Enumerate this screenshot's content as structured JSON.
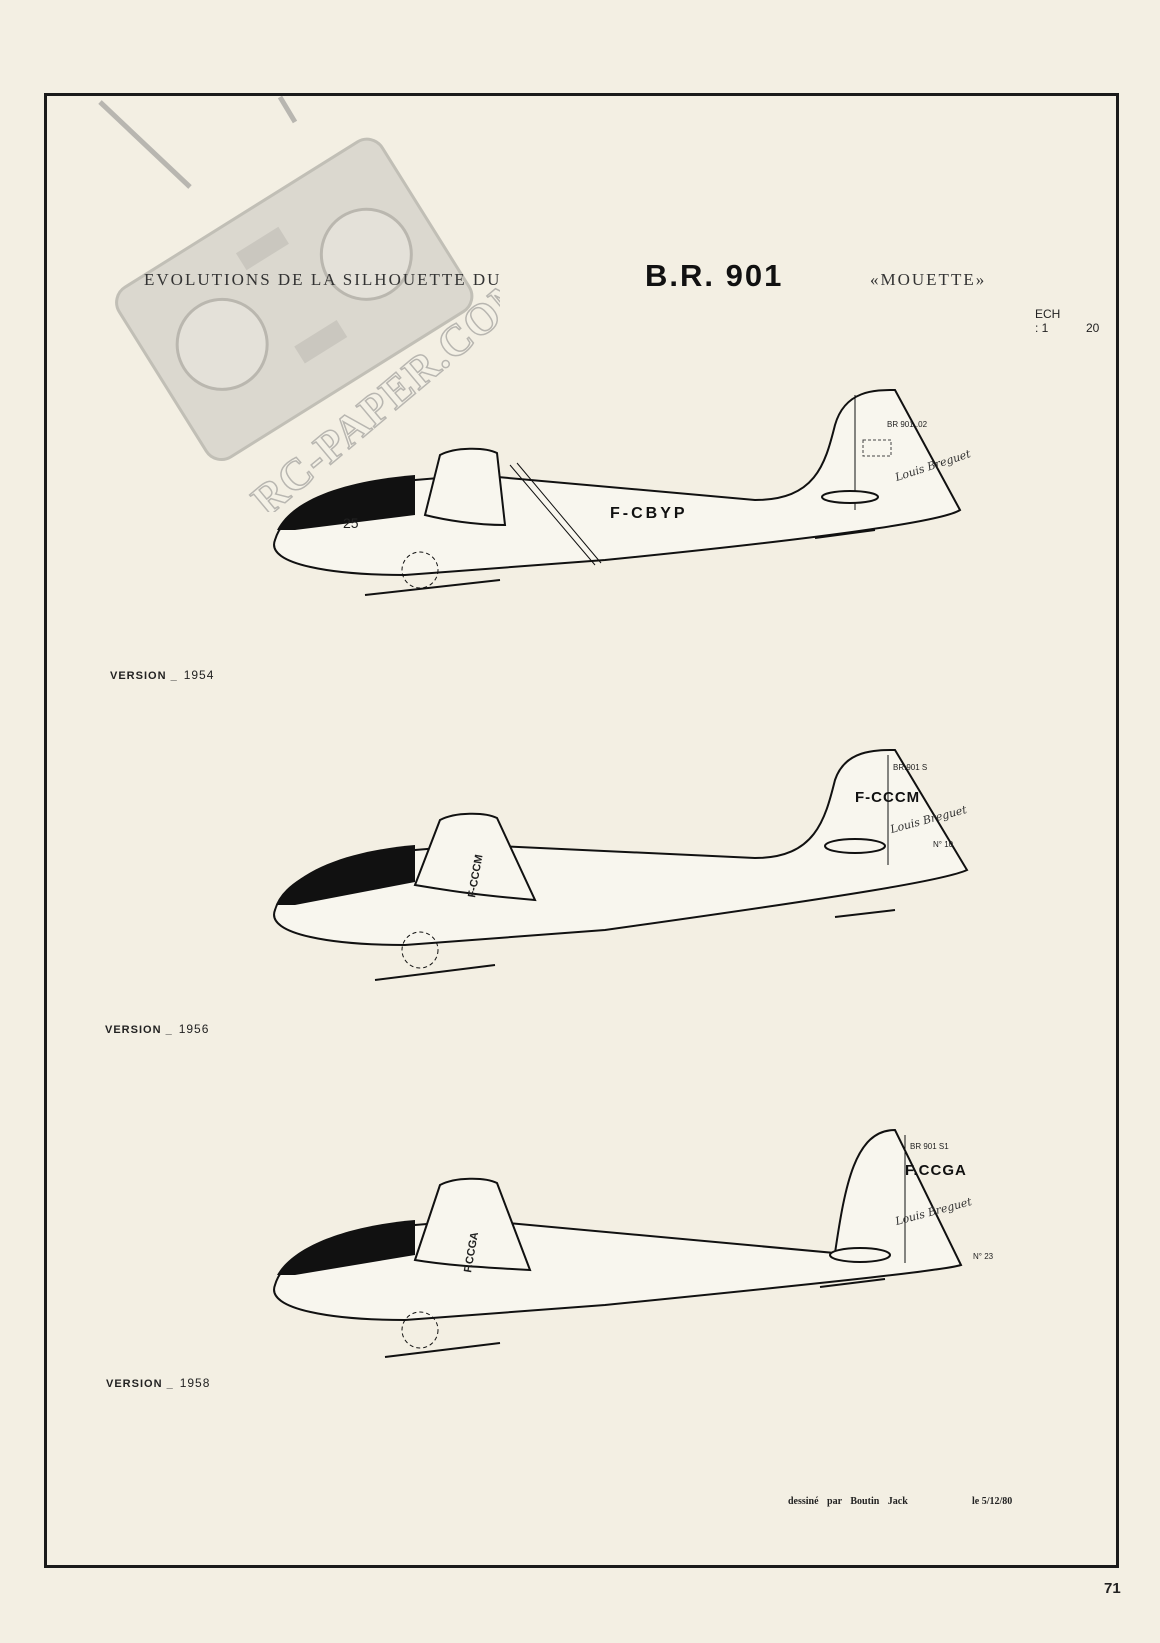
{
  "title": {
    "prefix": "EVOLUTIONS DE LA SILHOUETTE DU",
    "aircraft": "B.R. 901",
    "nickname": "«MOUETTE»"
  },
  "scale": {
    "label": "ECH : 1",
    "denominator": "20"
  },
  "versions": [
    {
      "label": "VERSION _",
      "year": "1954",
      "registration": "F-CBYP",
      "competition_number": "25",
      "fin_text": "BR 901 .02",
      "fin_signature": "Louis Breguet",
      "fin_number": ""
    },
    {
      "label": "VERSION _",
      "year": "1956",
      "registration": "F-CCCM",
      "fin_text": "BR.901 S",
      "fin_signature": "Louis Breguet",
      "fin_number": "N° 10"
    },
    {
      "label": "VERSION _",
      "year": "1958",
      "registration": "F.CCGA",
      "fin_text": "BR 901 S1",
      "fin_signature": "Louis Breguet",
      "fin_number": "N° 23"
    }
  ],
  "credit": "dessiné par Boutin Jack",
  "date": "le 5/12/80",
  "page_number": "71",
  "watermark": "RC-PAPER.COM"
}
